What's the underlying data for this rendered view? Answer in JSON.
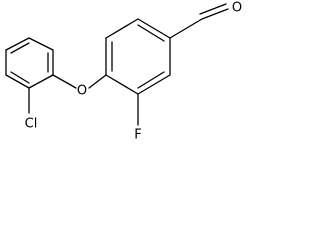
{
  "molecule": {
    "atoms": {
      "oxygen_ether": "O",
      "oxygen_aldehyde": "O",
      "chlorine": "Cl",
      "fluorine": "F"
    }
  }
}
